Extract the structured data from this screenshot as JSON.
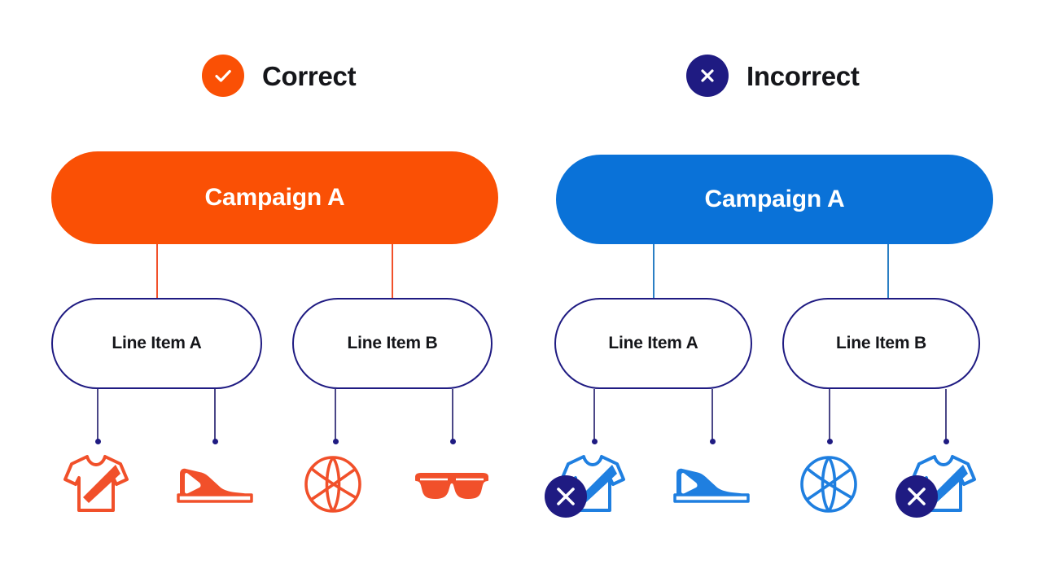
{
  "colors": {
    "orange": "#fa5005",
    "blue": "#0a72d8",
    "navy": "#1f1b82",
    "icon_orange": "#f1502a",
    "icon_blue": "#1f7fe0",
    "text_dark": "#15161a",
    "white": "#ffffff",
    "connector_orange": "#f1502a",
    "connector_blue": "#2b7fc4",
    "connector_navy": "#4b4787"
  },
  "legend": [
    {
      "id": "correct",
      "label": "Correct",
      "icon": "check-circle-icon",
      "badge_color": "#fa5005"
    },
    {
      "id": "incorrect",
      "label": "Incorrect",
      "icon": "x-circle-icon",
      "badge_color": "#1f1b82"
    }
  ],
  "panels": [
    {
      "id": "correct-panel",
      "status": "correct",
      "accent": "#fa5005",
      "campaign": {
        "label": "Campaign A"
      },
      "line_items": [
        {
          "label": "Line Item A",
          "products": [
            {
              "icon": "tshirt-icon",
              "color": "#f1502a",
              "flagged": false
            },
            {
              "icon": "sneaker-icon",
              "color": "#f1502a",
              "flagged": false
            }
          ]
        },
        {
          "label": "Line Item B",
          "products": [
            {
              "icon": "basketball-icon",
              "color": "#f1502a",
              "flagged": false
            },
            {
              "icon": "sunglasses-icon",
              "color": "#f1502a",
              "flagged": false
            }
          ]
        }
      ]
    },
    {
      "id": "incorrect-panel",
      "status": "incorrect",
      "accent": "#0a72d8",
      "campaign": {
        "label": "Campaign A"
      },
      "line_items": [
        {
          "label": "Line Item A",
          "products": [
            {
              "icon": "tshirt-icon",
              "color": "#1f7fe0",
              "flagged": true
            },
            {
              "icon": "sneaker-icon",
              "color": "#1f7fe0",
              "flagged": false
            }
          ]
        },
        {
          "label": "Line Item B",
          "products": [
            {
              "icon": "basketball-icon",
              "color": "#1f7fe0",
              "flagged": false
            },
            {
              "icon": "tshirt-icon",
              "color": "#1f7fe0",
              "flagged": true
            }
          ]
        }
      ]
    }
  ]
}
